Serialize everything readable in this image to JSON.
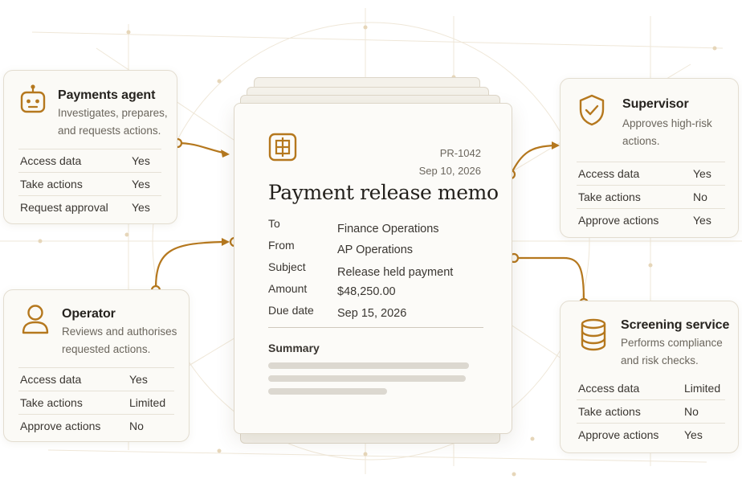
{
  "colors": {
    "accent": "#b5781e",
    "line": "#c9a36a",
    "card_bg": "#fbfaf6"
  },
  "memo": {
    "icon": "ledger-icon",
    "ref_id": "PR-1042",
    "ref_date": "Sep 10, 2026",
    "title": "Payment release memo",
    "fields": [
      {
        "label": "To",
        "value": "Finance Operations"
      },
      {
        "label": "From",
        "value": "AP Operations"
      },
      {
        "label": "Subject",
        "value": "Release held payment"
      },
      {
        "label": "Amount",
        "value": "$48,250.00"
      },
      {
        "label": "Due date",
        "value": "Sep 15, 2026"
      }
    ],
    "summary_label": "Summary"
  },
  "actors": {
    "payments_agent": {
      "icon": "robot-icon",
      "title": "Payments agent",
      "desc": [
        "Investigates, prepares,",
        "and requests actions."
      ],
      "permissions": [
        {
          "label": "Access data",
          "value": "Yes"
        },
        {
          "label": "Take actions",
          "value": "Yes"
        },
        {
          "label": "Request approval",
          "value": "Yes"
        }
      ]
    },
    "operator": {
      "icon": "person-icon",
      "title": "Operator",
      "desc": [
        "Reviews and authorises",
        "requested actions."
      ],
      "permissions": [
        {
          "label": "Access data",
          "value": "Yes"
        },
        {
          "label": "Take actions",
          "value": "Limited"
        },
        {
          "label": "Approve actions",
          "value": "No"
        }
      ]
    },
    "supervisor": {
      "icon": "shield-check-icon",
      "title": "Supervisor",
      "desc": [
        "Approves high-risk",
        "actions."
      ],
      "permissions": [
        {
          "label": "Access data",
          "value": "Yes"
        },
        {
          "label": "Take actions",
          "value": "No"
        },
        {
          "label": "Approve actions",
          "value": "Yes"
        }
      ]
    },
    "screening_service": {
      "icon": "database-icon",
      "title": "Screening service",
      "desc": [
        "Performs compliance",
        "and risk checks."
      ],
      "permissions": [
        {
          "label": "Access data",
          "value": "Limited"
        },
        {
          "label": "Take actions",
          "value": "No"
        },
        {
          "label": "Approve actions",
          "value": "Yes"
        }
      ]
    }
  }
}
